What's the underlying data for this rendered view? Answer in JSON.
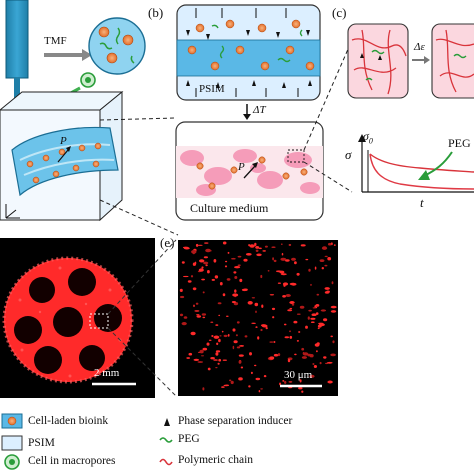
{
  "panels": {
    "b": "(b)",
    "c": "(c)",
    "e": "(e)"
  },
  "panel_a": {
    "tmf_label": "TMF",
    "p_label": "P"
  },
  "panel_b": {
    "psim_label": "PSIM",
    "delta_t": "ΔT",
    "culture_medium": "Culture medium",
    "p_label": "P"
  },
  "panel_c": {
    "delta_epsilon": "Δε",
    "sigma_axis": "σ",
    "sigma_zero": "σ",
    "sigma_zero_sub": "0",
    "peg_label": "PEG",
    "t_axis": "t"
  },
  "panel_d": {
    "scale_bar": "2 mm"
  },
  "panel_e": {
    "scale_bar": "30 μm"
  },
  "legend": {
    "cell_laden_bioink": "Cell-laden bioink",
    "psim": "PSIM",
    "cell_in_macropores": "Cell in macropores",
    "phase_separation_inducer": "Phase separation inducer",
    "peg": "PEG",
    "polymeric_chain": "Polymeric chain"
  },
  "colors": {
    "bioink_blue": "#5ab8e6",
    "psim_blue": "#dcefff",
    "cell_orange": "#f08a4b",
    "peg_green": "#2a9d3a",
    "polymer_red": "#d9343b",
    "pink_fill": "#f9c6d2",
    "fluorescence_red": "#ff2a2a"
  }
}
